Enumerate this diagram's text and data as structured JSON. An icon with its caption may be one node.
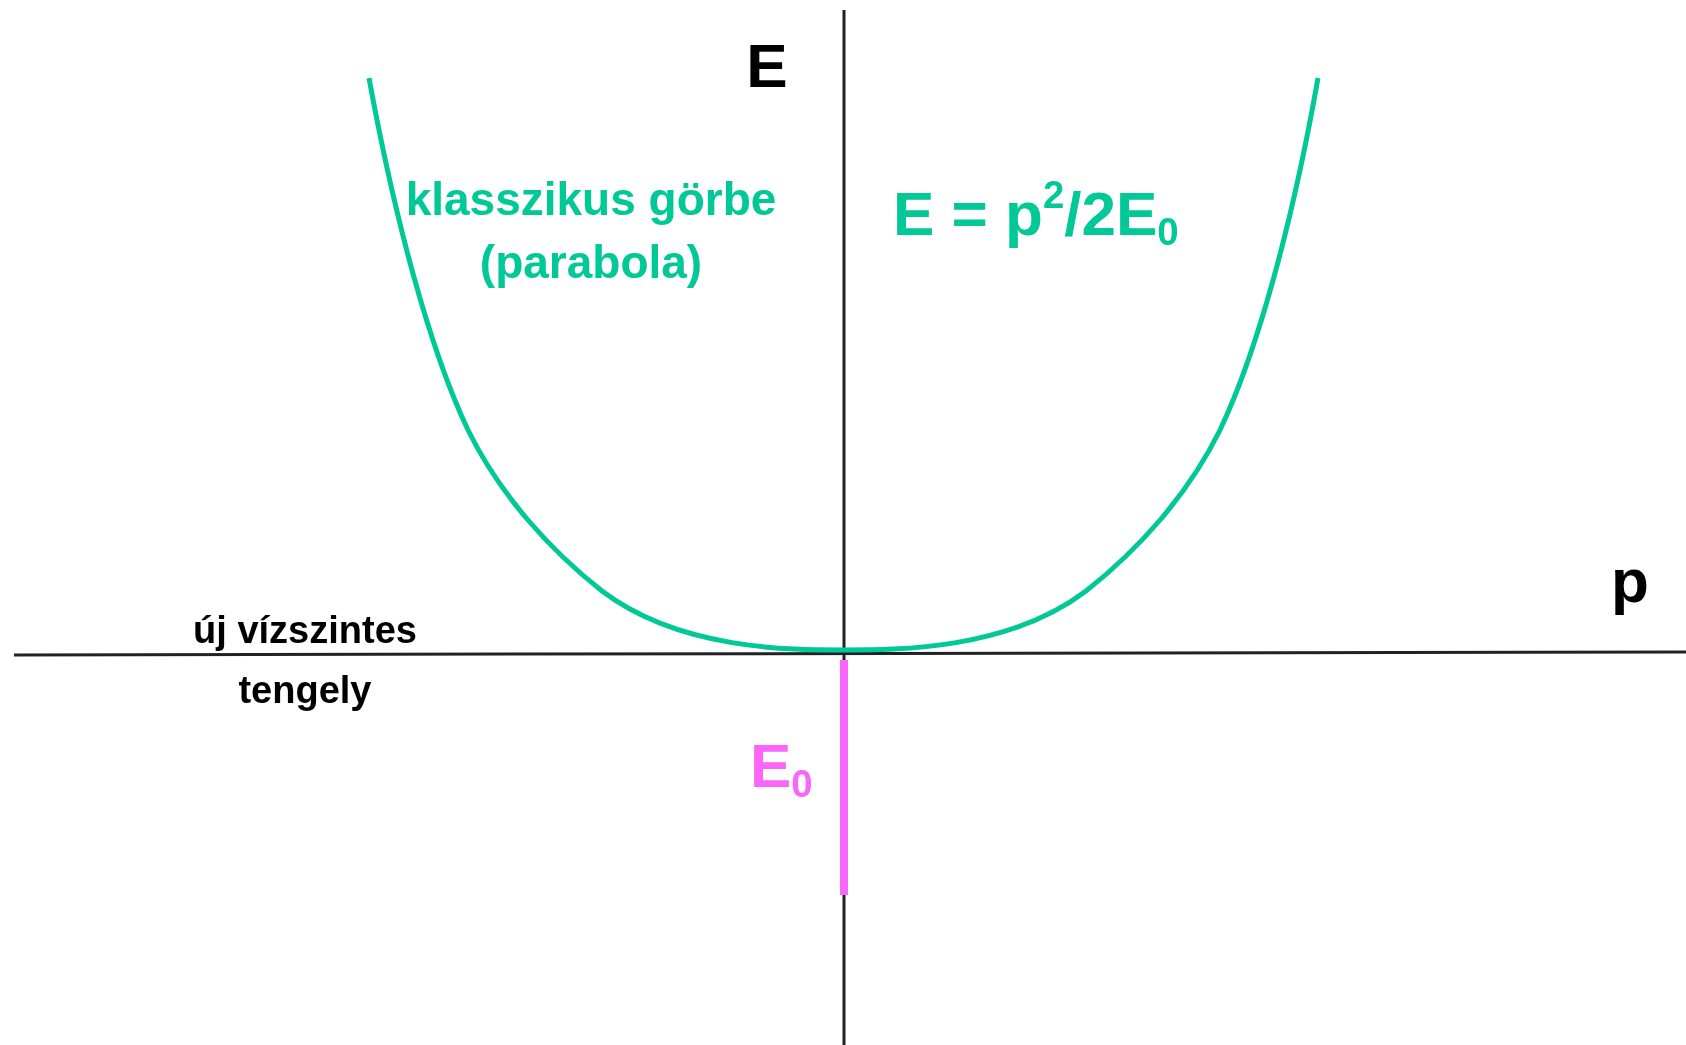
{
  "diagram": {
    "labels": [
      "E",
      "klasszikus görbe (parabola)",
      "E = p$^{2}$/2E$_{0}$",
      "p",
      "új vízszintes tengely",
      "E$_{0}$"
    ]
  }
}
